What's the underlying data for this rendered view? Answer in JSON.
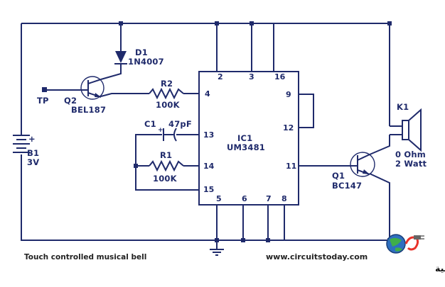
{
  "diagram": {
    "caption": "Touch controlled musical bell",
    "website": "www.circuitstoday.com",
    "watermark": "القرية الالكترونية",
    "components": {
      "d1": {
        "ref": "D1",
        "value": "1N4007"
      },
      "q2": {
        "ref": "Q2",
        "value": "BEL187"
      },
      "tp": {
        "ref": "TP"
      },
      "r2": {
        "ref": "R2",
        "value": "100K"
      },
      "c1": {
        "ref": "C1",
        "value": "47pF"
      },
      "r1": {
        "ref": "R1",
        "value": "100K"
      },
      "b1": {
        "ref": "B1",
        "value": "3V"
      },
      "ic1": {
        "ref": "IC1",
        "value": "UM3481"
      },
      "q1": {
        "ref": "Q1",
        "value": "BC147"
      },
      "k1": {
        "ref": "K1",
        "value1": "0 Ohm",
        "value2": "2 Watt"
      }
    },
    "pins": [
      "2",
      "3",
      "16",
      "4",
      "9",
      "12",
      "13",
      "14",
      "11",
      "15",
      "5",
      "6",
      "7",
      "8"
    ],
    "colors": {
      "wire": "#1f2a6b",
      "background": "#ffffff"
    }
  }
}
